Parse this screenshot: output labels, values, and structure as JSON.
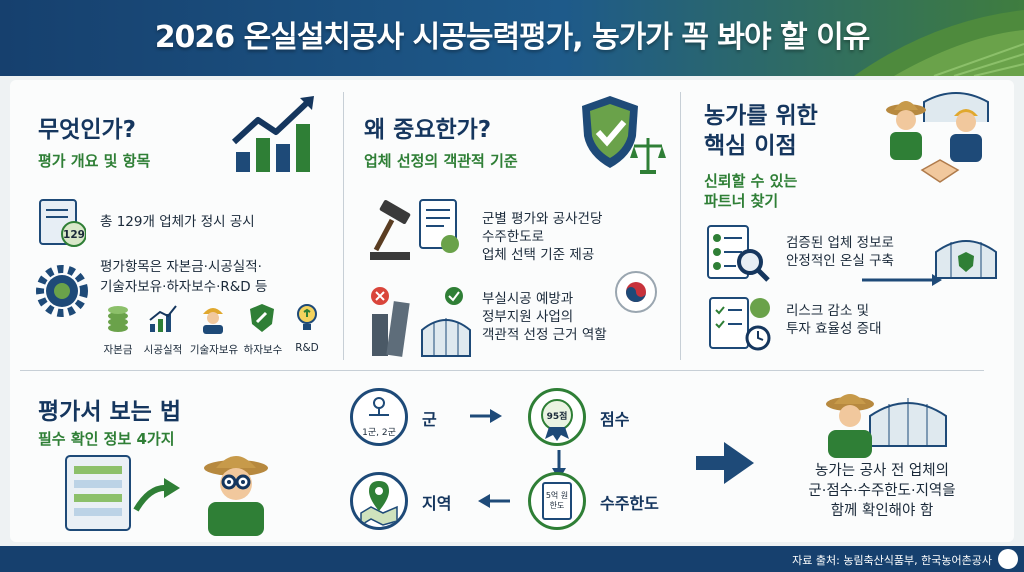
{
  "header": {
    "title": "2026 온실설치공사 시공능력평가, 농가가 꼭 봐야 할 이유"
  },
  "section1": {
    "title": "무엇인가?",
    "subtitle": "평가 개요 및 항목",
    "doc_badge": "129",
    "item1": "총 129개 업체가 정시 공시",
    "item2_line1": "평가항목은 자본금·시공실적·",
    "item2_line2": "기술자보유·하자보수·R&D 등",
    "labels": [
      "자본금",
      "시공실적",
      "기술자보유",
      "하자보수",
      "R&D"
    ]
  },
  "section2": {
    "title": "왜 중요한가?",
    "subtitle": "업체 선정의 객관적 기준",
    "item1_line1": "군별 평가와 공사건당",
    "item1_line2": "수주한도로",
    "item1_line3": "업체 선택 기준 제공",
    "item2_line1": "부실시공 예방과",
    "item2_line2": "정부지원 사업의",
    "item2_line3": "객관적 선정 근거 역할"
  },
  "section3": {
    "title_line1": "농가를 위한",
    "title_line2": "핵심 이점",
    "subtitle_line1": "신뢰할 수 있는",
    "subtitle_line2": "파트너 찾기",
    "item1_line1": "검증된 업체 정보로",
    "item1_line2": "안정적인 온실 구축",
    "item2_line1": "리스크 감소 및",
    "item2_line2": "투자 효율성 증대"
  },
  "section4": {
    "title": "평가서 보는 법",
    "subtitle": "필수 확인 정보 4가지",
    "steps": [
      {
        "icon_text": "1군, 2군",
        "label": "군"
      },
      {
        "icon_text": "95점",
        "label": "점수"
      },
      {
        "icon_text": "5억 원 한도",
        "label": "수주한도"
      },
      {
        "icon_text": "",
        "label": "지역"
      }
    ],
    "conclusion_line1": "농가는 공사 전 업체의",
    "conclusion_line2": "군·점수·수주한도·지역을",
    "conclusion_line3": "함께 확인해야 함"
  },
  "footer": {
    "source": "자료 출처: 농림축산식품부, 한국농어촌공사"
  },
  "colors": {
    "navy": "#15365e",
    "green": "#2f7f36",
    "header_start": "#16406e",
    "header_end": "#3f7d3f"
  }
}
